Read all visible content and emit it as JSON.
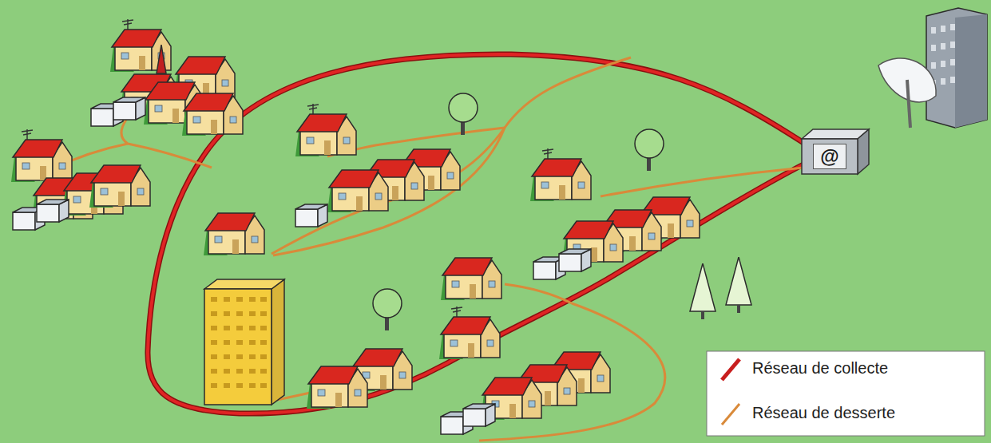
{
  "diagram": {
    "nodes": [
      {
        "text": [
          "@"
        ]
      }
    ],
    "legend": [
      {
        "text": "Réseau de collecte"
      },
      {
        "text": "Réseau de desserte"
      }
    ]
  }
}
